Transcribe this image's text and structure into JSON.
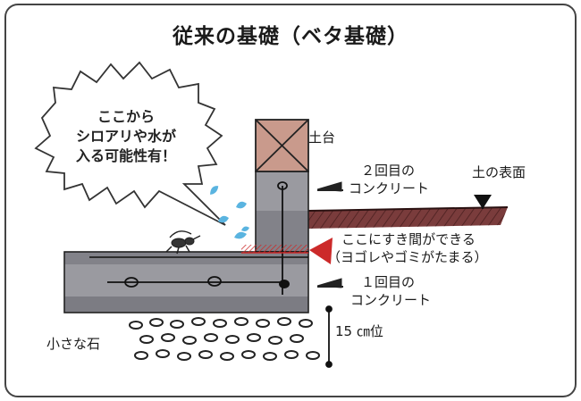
{
  "title": "従来の基礎（ベタ基礎）",
  "bubble": {
    "lines": [
      "ここから",
      "シロアリや水が",
      "入る可能性有！"
    ]
  },
  "labels": {
    "sill": "土台",
    "second_pour": [
      "２回目の",
      "コンクリート"
    ],
    "ground_surface": "土の表面",
    "gap": [
      "ここにすき間ができる",
      "（ヨゴレやゴミがたまる）"
    ],
    "first_pour": [
      "１回目の",
      "コンクリート"
    ],
    "stones": "小さな石",
    "depth": "15 ㎝位"
  },
  "colors": {
    "sill_fill": "#c99a8c",
    "concrete": "#9a9aa0",
    "concrete_dark": "#6f6f76",
    "soil": "#7a3c3c",
    "gap_mark": "#cc2a2a",
    "water": "#5ab4e0",
    "frame": "#444444"
  }
}
